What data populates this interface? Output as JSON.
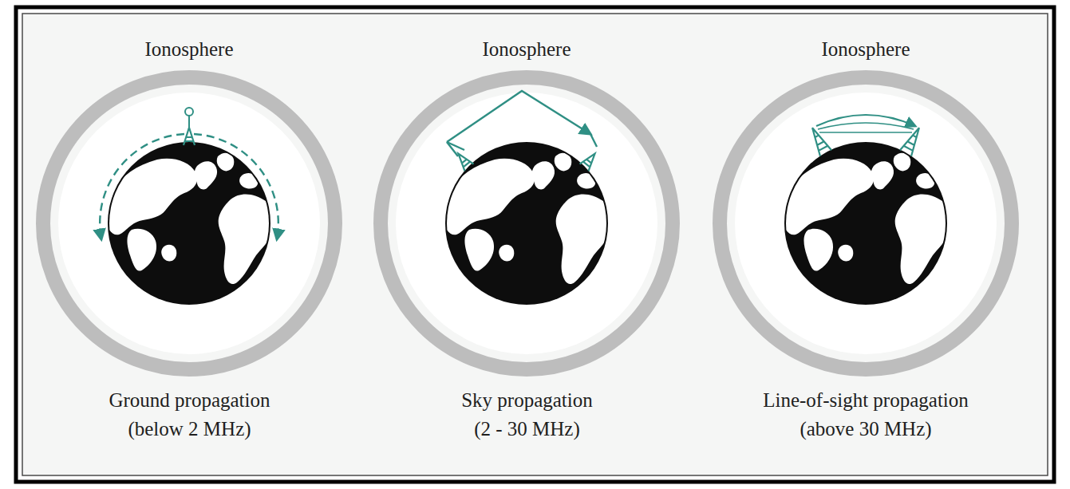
{
  "diagram": {
    "labels": [
      "Ionosphere",
      "Ionosphere",
      "Ionosphere",
      "Ground propagation (below 2 MHz)",
      "Sky propagation (2 - 30 MHz)",
      "Line-of-sight propagation (above 30 MHz)"
    ]
  }
}
